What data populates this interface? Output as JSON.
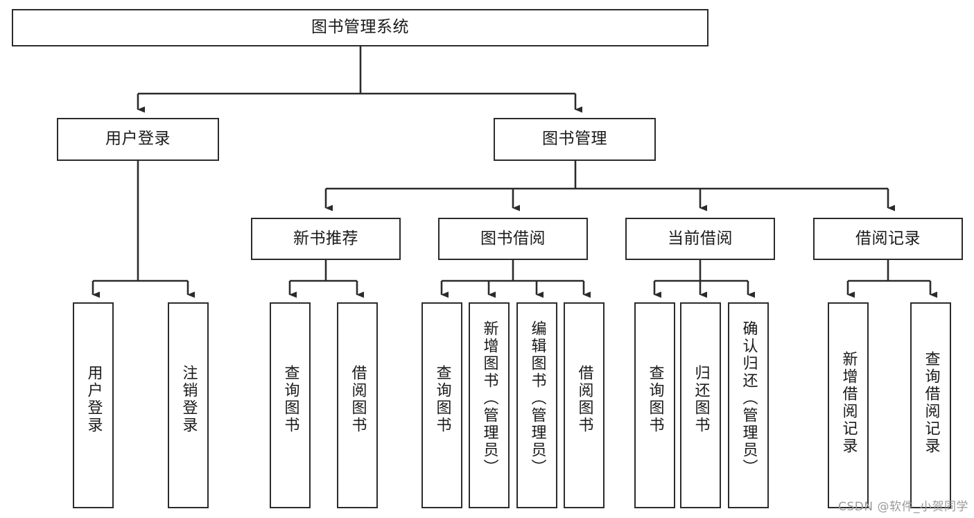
{
  "diagram": {
    "title": "图书管理系统",
    "type": "tree-hierarchy-diagram",
    "watermark": "CSDN @软件_小贺同学",
    "colors": {
      "stroke": "#2b2b2b",
      "fill": "#ffffff",
      "text": "#1a1a1a",
      "watermark": "#9a9a9a"
    },
    "nodes": {
      "root": {
        "label": "图书管理系统",
        "level": 1,
        "orientation": "horizontal"
      },
      "l2_user_login": {
        "label": "用户登录",
        "level": 2,
        "orientation": "horizontal"
      },
      "l2_book_mgmt": {
        "label": "图书管理",
        "level": 2,
        "orientation": "horizontal"
      },
      "l3_new_book_rec": {
        "label": "新书推荐",
        "level": 3,
        "orientation": "horizontal"
      },
      "l3_book_borrow": {
        "label": "图书借阅",
        "level": 3,
        "orientation": "horizontal"
      },
      "l3_current_borrow": {
        "label": "当前借阅",
        "level": 3,
        "orientation": "horizontal"
      },
      "l3_borrow_record": {
        "label": "借阅记录",
        "level": 3,
        "orientation": "horizontal"
      },
      "leaf_user_login": {
        "label": "用户登录",
        "level": 4,
        "orientation": "vertical"
      },
      "leaf_logout": {
        "label": "注销登录",
        "level": 4,
        "orientation": "vertical"
      },
      "leaf_query_book_1": {
        "label": "查询图书",
        "level": 4,
        "orientation": "vertical"
      },
      "leaf_borrow_book_1": {
        "label": "借阅图书",
        "level": 4,
        "orientation": "vertical"
      },
      "leaf_query_book_2": {
        "label": "查询图书",
        "level": 4,
        "orientation": "vertical"
      },
      "leaf_add_book": {
        "label": "新增图书（管理员）",
        "level": 4,
        "orientation": "vertical"
      },
      "leaf_edit_book": {
        "label": "编辑图书（管理员）",
        "level": 4,
        "orientation": "vertical"
      },
      "leaf_borrow_book_2": {
        "label": "借阅图书",
        "level": 4,
        "orientation": "vertical"
      },
      "leaf_query_book_3": {
        "label": "查询图书",
        "level": 4,
        "orientation": "vertical"
      },
      "leaf_return_book": {
        "label": "归还图书",
        "level": 4,
        "orientation": "vertical"
      },
      "leaf_confirm_return": {
        "label": "确认归还（管理员）",
        "level": 4,
        "orientation": "vertical"
      },
      "leaf_add_record": {
        "label": "新增借阅记录",
        "level": 4,
        "orientation": "vertical"
      },
      "leaf_query_record": {
        "label": "查询借阅记录",
        "level": 4,
        "orientation": "vertical"
      }
    },
    "edges": [
      {
        "from": "root",
        "to": "l2_user_login"
      },
      {
        "from": "root",
        "to": "l2_book_mgmt"
      },
      {
        "from": "l2_user_login",
        "to": "leaf_user_login"
      },
      {
        "from": "l2_user_login",
        "to": "leaf_logout"
      },
      {
        "from": "l2_book_mgmt",
        "to": "l3_new_book_rec"
      },
      {
        "from": "l2_book_mgmt",
        "to": "l3_book_borrow"
      },
      {
        "from": "l2_book_mgmt",
        "to": "l3_current_borrow"
      },
      {
        "from": "l2_book_mgmt",
        "to": "l3_borrow_record"
      },
      {
        "from": "l3_new_book_rec",
        "to": "leaf_query_book_1"
      },
      {
        "from": "l3_new_book_rec",
        "to": "leaf_borrow_book_1"
      },
      {
        "from": "l3_book_borrow",
        "to": "leaf_query_book_2"
      },
      {
        "from": "l3_book_borrow",
        "to": "leaf_add_book"
      },
      {
        "from": "l3_book_borrow",
        "to": "leaf_edit_book"
      },
      {
        "from": "l3_book_borrow",
        "to": "leaf_borrow_book_2"
      },
      {
        "from": "l3_current_borrow",
        "to": "leaf_query_book_3"
      },
      {
        "from": "l3_current_borrow",
        "to": "leaf_return_book"
      },
      {
        "from": "l3_current_borrow",
        "to": "leaf_confirm_return"
      },
      {
        "from": "l3_borrow_record",
        "to": "leaf_add_record"
      },
      {
        "from": "l3_borrow_record",
        "to": "leaf_query_record"
      }
    ]
  }
}
